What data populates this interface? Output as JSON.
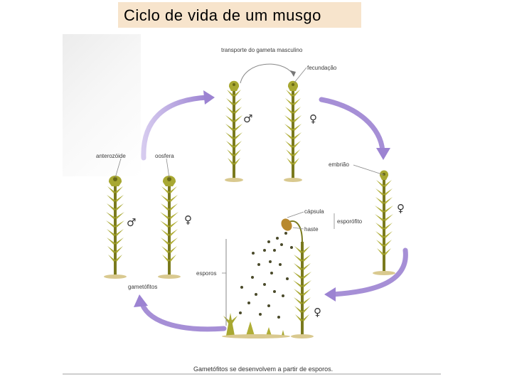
{
  "title": "Ciclo de vida de um musgo",
  "labels": {
    "transport": "transporte do gameta masculino",
    "fertilization": "fecundação",
    "antherozoid": "anterozóide",
    "oosphere": "oosfera",
    "embryo": "embrião",
    "capsule": "cápsula",
    "sporophyte": "esporófito",
    "stalk": "haste",
    "spores": "esporos",
    "gametophytes": "gametófitos"
  },
  "caption": "Gametófitos se desenvolvem a partir de esporos.",
  "symbols": {
    "male": "♂",
    "female": "♀"
  },
  "colors": {
    "title_bg": "#f7e4cc",
    "arrow": "#a68fd6",
    "plant_leaf": "#a8a832",
    "plant_stem": "#7a7a1e",
    "soil": "#d9c98f"
  }
}
